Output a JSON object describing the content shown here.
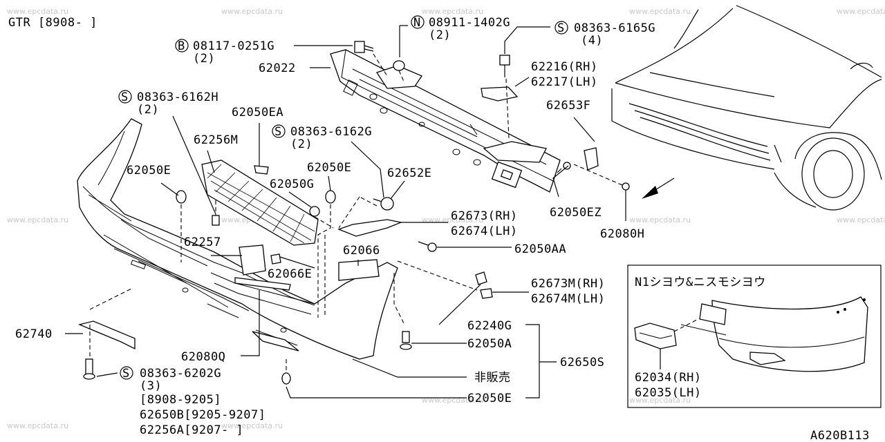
{
  "header": {
    "model": "GTR [8908-        ]",
    "diagram_id": "A620B113"
  },
  "watermark": "www.epcdata.ru",
  "inset": {
    "title": "N1シヨウ&ニスモシヨウ",
    "labels": [
      "62034(RH)",
      "62035(LH)"
    ]
  },
  "fasteners": [
    {
      "symbol": "B",
      "code": "08117-0251G",
      "qty": "(2)"
    },
    {
      "symbol": "N",
      "code": "08911-1402G",
      "qty": "(2)"
    },
    {
      "symbol": "S",
      "code": "08363-6165G",
      "qty": "(4)"
    },
    {
      "symbol": "S",
      "code": "08363-6162H",
      "qty": "(2)"
    },
    {
      "symbol": "S",
      "code": "08363-6162G",
      "qty": "(2)"
    },
    {
      "symbol": "S",
      "code": "08363-6202G",
      "qty": "(3)"
    }
  ],
  "parts": {
    "p62022": "62022",
    "p62216": "62216(RH)",
    "p62217": "62217(LH)",
    "p62653F": "62653F",
    "p62050EA": "62050EA",
    "p62256M": "62256M",
    "p62050E_a": "62050E",
    "p62050E_b": "62050E",
    "p62050G": "62050G",
    "p62652E": "62652E",
    "p62050EZ": "62050EZ",
    "p62080H": "62080H",
    "p62673": "62673(RH)",
    "p62674": "62674(LH)",
    "p62050AA": "62050AA",
    "p62257": "62257",
    "p62066": "62066",
    "p62066E": "62066E",
    "p62673M": "62673M(RH)",
    "p62674M": "62674M(LH)",
    "p62240G": "62240G",
    "p62740": "62740",
    "p62050A": "62050A",
    "p62650S": "62650S",
    "p62080Q": "62080Q",
    "p_hihanbai": "非販売",
    "p62050E_c": "62050E"
  },
  "notes": [
    "[8908-9205]",
    "62650B[9205-9207]",
    "62256A[9207-      ]"
  ]
}
